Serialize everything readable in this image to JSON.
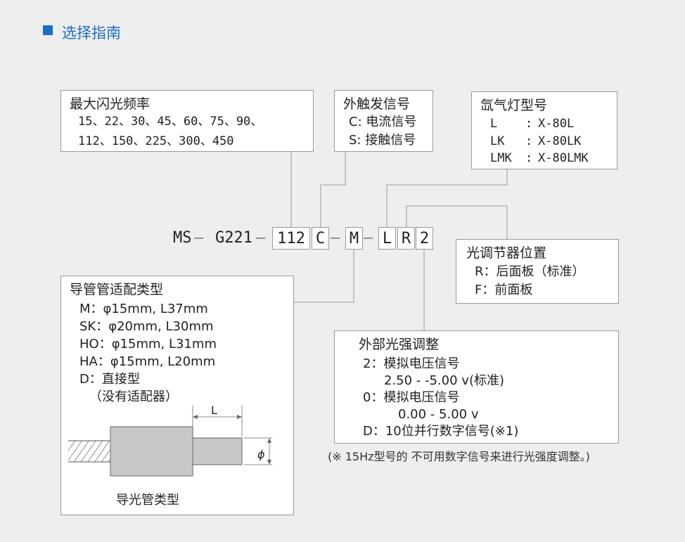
{
  "page": {
    "title": "选择指南"
  },
  "flash_box": {
    "heading": "最大闪光频率",
    "line1": "15、22、30、45、60、75、90、",
    "line2": "112、150、225、300、450"
  },
  "trigger_box": {
    "heading": "外触发信号",
    "line1": "C: 电流信号",
    "line2": "S: 接触信号"
  },
  "lamp_box": {
    "heading": "氙气灯型号",
    "rows": [
      {
        "code": "L",
        "sep": ":",
        "model": "X-80L"
      },
      {
        "code": "LK",
        "sep": ":",
        "model": "X-80LK"
      },
      {
        "code": "LMK",
        "sep": ":",
        "model": "X-80LMK"
      }
    ]
  },
  "model_code": {
    "prefix": "MS",
    "dash1": "—",
    "series": "G221",
    "dash2": "—",
    "freq": "112",
    "trigger": "C",
    "dash3": "—",
    "adapter": "M",
    "dash4": "—",
    "lamp": "L",
    "adjuster": "R",
    "external": "2"
  },
  "adjuster_box": {
    "heading": "光调节器位置",
    "line1": "R：后面板（标准）",
    "line2": "F：前面板"
  },
  "adapter_box": {
    "heading": "导管管适配类型",
    "line1": "M：φ15mm, L37mm",
    "line2": "SK：φ20mm, L30mm",
    "line3": "HO：φ15mm, L31mm",
    "line4": "HA：φ15mm, L20mm",
    "line5": "D：直接型",
    "line6": "（没有适配器）",
    "dim_L": "L",
    "dim_phi": "ϕ",
    "caption": "导光管类型"
  },
  "external_box": {
    "heading": "外部光强调整",
    "line1": "2：模拟电压信号",
    "line2": "2.50 - -5.00 v(标准)",
    "line3": "0：模拟电压信号",
    "line4": "0.00 - 5.00 v",
    "line5": "D：10位并行数字信号(※1)"
  },
  "footnote": "(※ 15Hz型号的 不可用数字信号来进行光强度调整。)",
  "colors": {
    "accent": "#1a6fc2",
    "border": "#999999",
    "background": "#eeeeee",
    "box": "#ffffff",
    "part": "#c8c8c8"
  }
}
